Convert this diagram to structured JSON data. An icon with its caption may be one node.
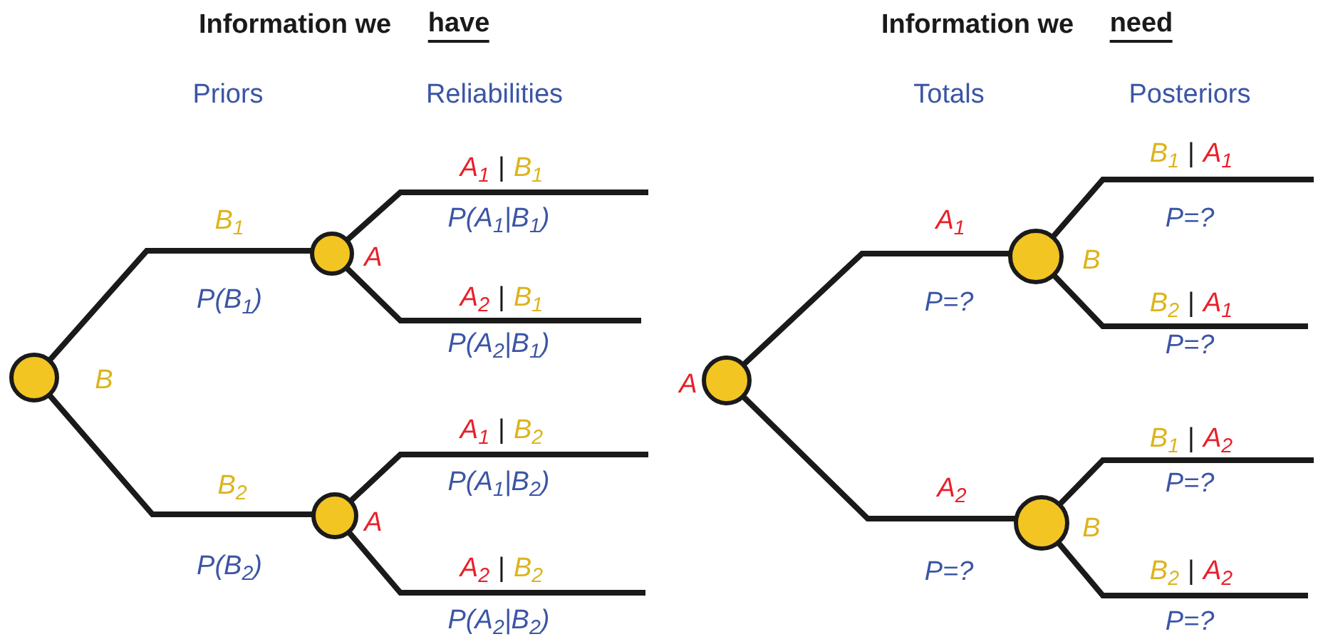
{
  "diagram": {
    "nodes": [
      {
        "text": [],
        "shape": "circle",
        "beside": [
          "B"
        ]
      },
      {
        "text": [],
        "shape": "circle",
        "beside": [
          "A"
        ]
      },
      {
        "text": [],
        "shape": "circle",
        "beside": [
          "A"
        ]
      },
      {
        "text": [],
        "shape": "circle",
        "beside": [
          "A"
        ]
      },
      {
        "text": [],
        "shape": "circle",
        "beside": [
          "B"
        ]
      },
      {
        "text": [],
        "shape": "circle",
        "beside": [
          "B"
        ]
      }
    ],
    "edges": [
      {
        "from": 0,
        "to": 1,
        "arrow": "none",
        "label": "B$_{1}$"
      },
      {
        "from": 0,
        "to": 2,
        "arrow": "none",
        "label": "B$_{2}$"
      },
      {
        "from": 1,
        "to": null,
        "arrow": "none",
        "label": "A$_{1}$ | B$_{1}$"
      },
      {
        "from": 1,
        "to": null,
        "arrow": "none",
        "label": "A$_{2}$ | B$_{1}$"
      },
      {
        "from": 2,
        "to": null,
        "arrow": "none",
        "label": "A$_{1}$ | B$_{2}$"
      },
      {
        "from": 2,
        "to": null,
        "arrow": "none",
        "label": "A$_{2}$ | B$_{2}$"
      },
      {
        "from": 3,
        "to": 4,
        "arrow": "none",
        "label": "A$_{1}$"
      },
      {
        "from": 3,
        "to": 5,
        "arrow": "none",
        "label": "A$_{2}$"
      },
      {
        "from": 4,
        "to": null,
        "arrow": "none",
        "label": "B$_{1}$ | A$_{1}$"
      },
      {
        "from": 4,
        "to": null,
        "arrow": "none",
        "label": "B$_{2}$ | A$_{1}$"
      },
      {
        "from": 5,
        "to": null,
        "arrow": "none",
        "label": "B$_{1}$ | A$_{2}$"
      },
      {
        "from": 5,
        "to": null,
        "arrow": "none",
        "label": "B$_{2}$ | A$_{2}$"
      }
    ],
    "labels": [
      "Information we",
      "have",
      "Priors",
      "Reliabilities",
      "P(B$_{1}$)",
      "P(A$_{1}$|B$_{1}$)",
      "P(A$_{2}$|B$_{1}$)",
      "P(B$_{2}$)",
      "P(A$_{1}$|B$_{2}$)",
      "P(A$_{2}$|B$_{2}$)",
      "Information we",
      "need",
      "Totals",
      "Posteriors",
      "P=?",
      "P=?",
      "P=?",
      "P=?",
      "P=?",
      "P=?"
    ]
  }
}
